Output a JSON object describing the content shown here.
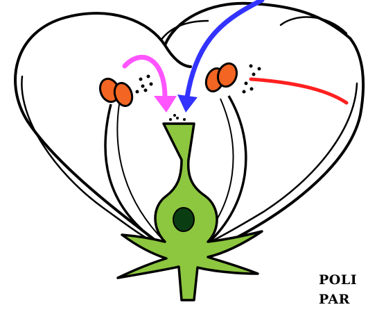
{
  "diagram": {
    "caption_lines": [
      "POLI",
      "PAR"
    ],
    "parts": {
      "petals": "petal-outline",
      "stamen_left": "stamen-left",
      "stamen_right": "stamen-right",
      "pistil": "pistil",
      "ovule": "ovule",
      "receptacle": "receptacle"
    },
    "colors": {
      "outline": "#000000",
      "pistil_fill": "#8dc63f",
      "ovule_fill": "#0b3d12",
      "anther_fill": "#f26522",
      "arrow_self": "#ff55ff",
      "arrow_insect": "#3333ff",
      "arrow_wind": "#ff2020"
    },
    "arrows": [
      {
        "id": "self-pollination",
        "color_key": "arrow_self"
      },
      {
        "id": "external-pollination-blue",
        "color_key": "arrow_insect"
      },
      {
        "id": "external-pollination-red",
        "color_key": "arrow_wind"
      }
    ]
  }
}
